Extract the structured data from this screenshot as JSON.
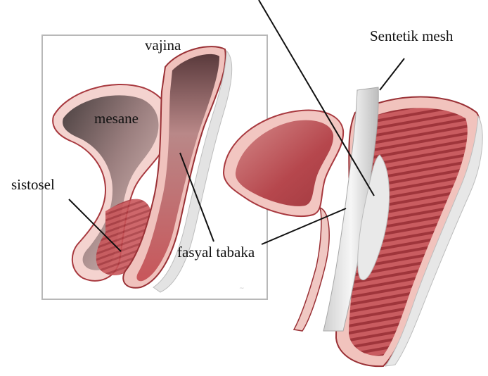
{
  "labels": {
    "vajina": "vajina",
    "mesane": "mesane",
    "sistosel": "sistosel",
    "fasyal_tabaka": "fasyal tabaka",
    "sentetik_mesh": "Sentetik mesh"
  },
  "colors": {
    "muscle": "#c8565a",
    "muscle_dark": "#8e2a2e",
    "mucosa": "#f2c7c3",
    "lumen_dark": "#6b5a5a",
    "fascia": "#e6e6e6",
    "frame": "#b8b8b8"
  }
}
